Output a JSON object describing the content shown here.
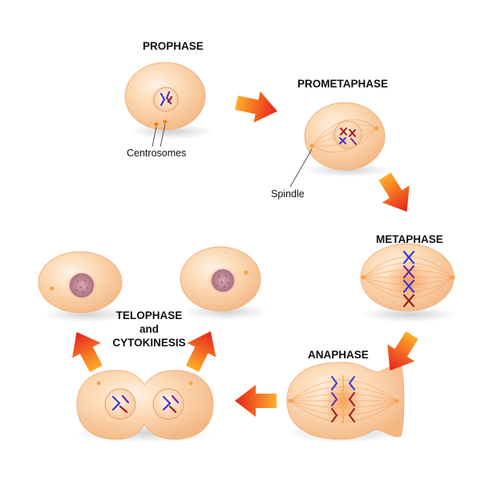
{
  "stages": {
    "prophase": "PROPHASE",
    "prometaphase": "PROMETAPHASE",
    "metaphase": "METAPHASE",
    "anaphase": "ANAPHASE",
    "telophase_line1": "TELOPHASE",
    "telophase_line2": "and",
    "telophase_line3": "CYTOKINESIS"
  },
  "callouts": {
    "centrosomes": "Centrosomes",
    "spindle": "Spindle"
  },
  "colors": {
    "cell_fill": "#fbd2a8",
    "cell_highlight": "#fff1e2",
    "nucleus_fill": "#fde4c8",
    "spindle_orange": "#f07e2a",
    "arrow_light": "#ff9a22",
    "arrow_dark": "#e8231c",
    "chromosome_blue": "#3a3ad0",
    "chromosome_red": "#a01a1a",
    "chromosome_purple": "#6b2aa8",
    "chromatin": "#b07a8a"
  }
}
